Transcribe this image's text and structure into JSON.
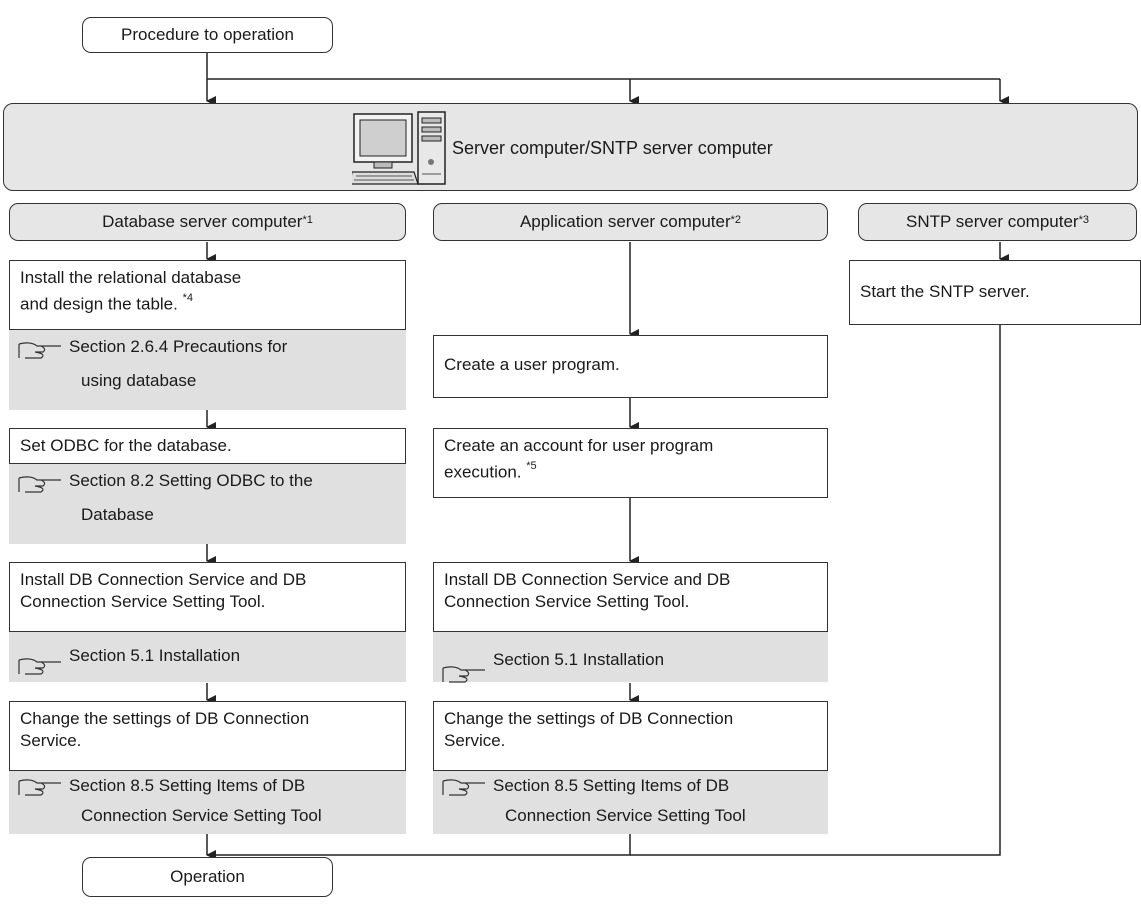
{
  "start_label": "Procedure to operation",
  "end_label": "Operation",
  "server_banner": {
    "label": "Server computer/SNTP server computer",
    "icon": "computer-icon"
  },
  "columns": [
    {
      "header": "Database server computer ",
      "note": "*1",
      "steps": [
        {
          "line1": "Install the relational database",
          "line2": "and design the table. ",
          "note": "*4",
          "ref1": "Section 2.6.4 Precautions for",
          "ref2": "using database"
        },
        {
          "line1": "Set ODBC for the database.",
          "ref1": "Section 8.2 Setting ODBC to the",
          "ref2": "Database"
        },
        {
          "line1": "Install DB Connection Service and DB",
          "line2": "Connection Service Setting Tool.",
          "ref1": "Section 5.1 Installation"
        },
        {
          "line1": "Change the settings of DB Connection",
          "line2": "Service.",
          "ref1": "Section 8.5 Setting Items of DB",
          "ref2": "Connection Service Setting Tool"
        }
      ]
    },
    {
      "header": "Application server computer ",
      "note": "*2",
      "steps": [
        {
          "line1": "Create a user program."
        },
        {
          "line1": "Create an account for user program",
          "line2": "execution. ",
          "note": "*5"
        },
        {
          "line1": "Install DB Connection Service and DB",
          "line2": "Connection Service Setting Tool.",
          "ref1": "Section 5.1 Installation"
        },
        {
          "line1": "Change the settings of DB Connection",
          "line2": "Service.",
          "ref1": "Section 8.5 Setting Items of DB",
          "ref2": "Connection Service Setting Tool"
        }
      ]
    },
    {
      "header": "SNTP server computer ",
      "note": "*3",
      "steps": [
        {
          "line1": "Start the SNTP server."
        }
      ]
    }
  ]
}
